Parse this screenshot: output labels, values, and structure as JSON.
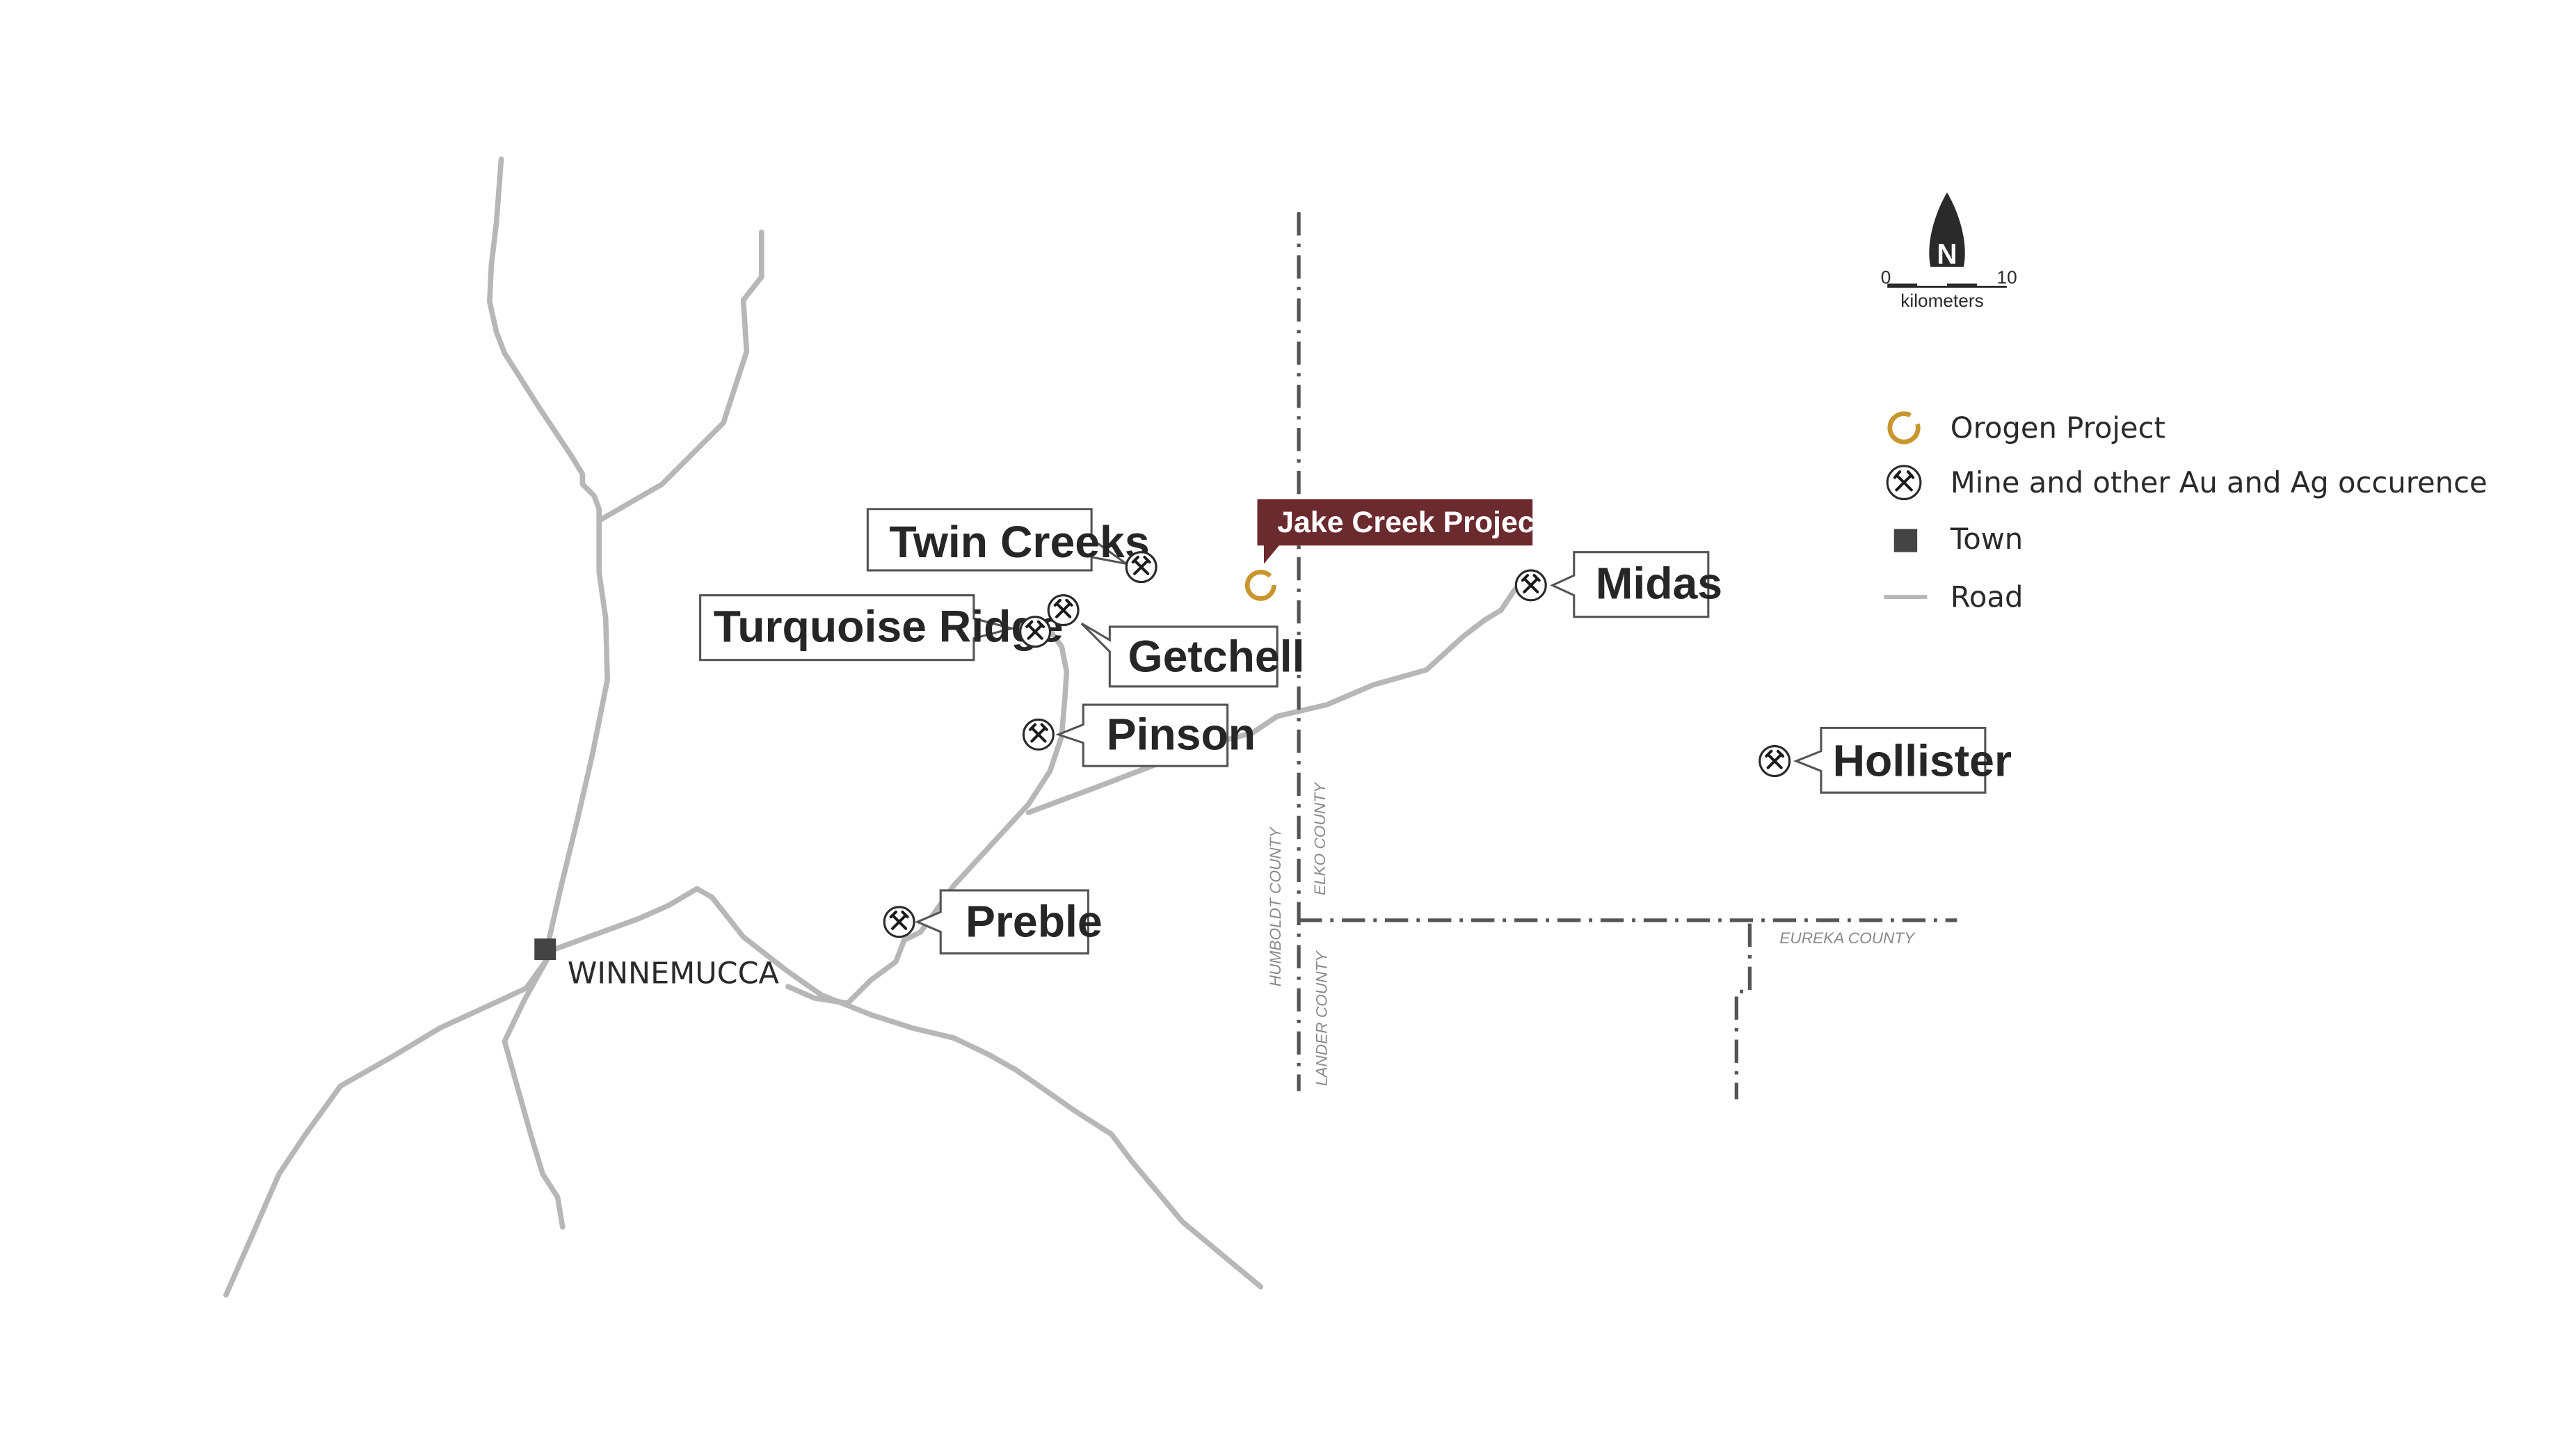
{
  "legend": {
    "items": [
      {
        "key": "orogen-project",
        "label": "Orogen Project"
      },
      {
        "key": "mine",
        "label": "Mine and other Au and Ag occurence"
      },
      {
        "key": "town",
        "label": "Town"
      },
      {
        "key": "road",
        "label": "Road"
      }
    ]
  },
  "scale": {
    "min": "0",
    "max": "10",
    "units": "kilometers"
  },
  "north_arrow": {
    "letter": "N"
  },
  "colors": {
    "project_accent": "#c9962e",
    "project_label_bg": "#6b2a2e",
    "road": "#b7b7b7",
    "boundary": "#555555",
    "town": "#444444"
  },
  "project": {
    "name": "Jake Creek Project"
  },
  "towns": [
    {
      "name": "WINNEMUCCA"
    }
  ],
  "mines": [
    {
      "name": "Twin Creeks"
    },
    {
      "name": "Turquoise Ridge"
    },
    {
      "name": "Getchell"
    },
    {
      "name": "Pinson"
    },
    {
      "name": "Midas"
    },
    {
      "name": "Hollister"
    },
    {
      "name": "Preble"
    }
  ],
  "counties": [
    "HUMBOLDT COUNTY",
    "ELKO COUNTY",
    "LANDER COUNTY",
    "EUREKA COUNTY"
  ]
}
